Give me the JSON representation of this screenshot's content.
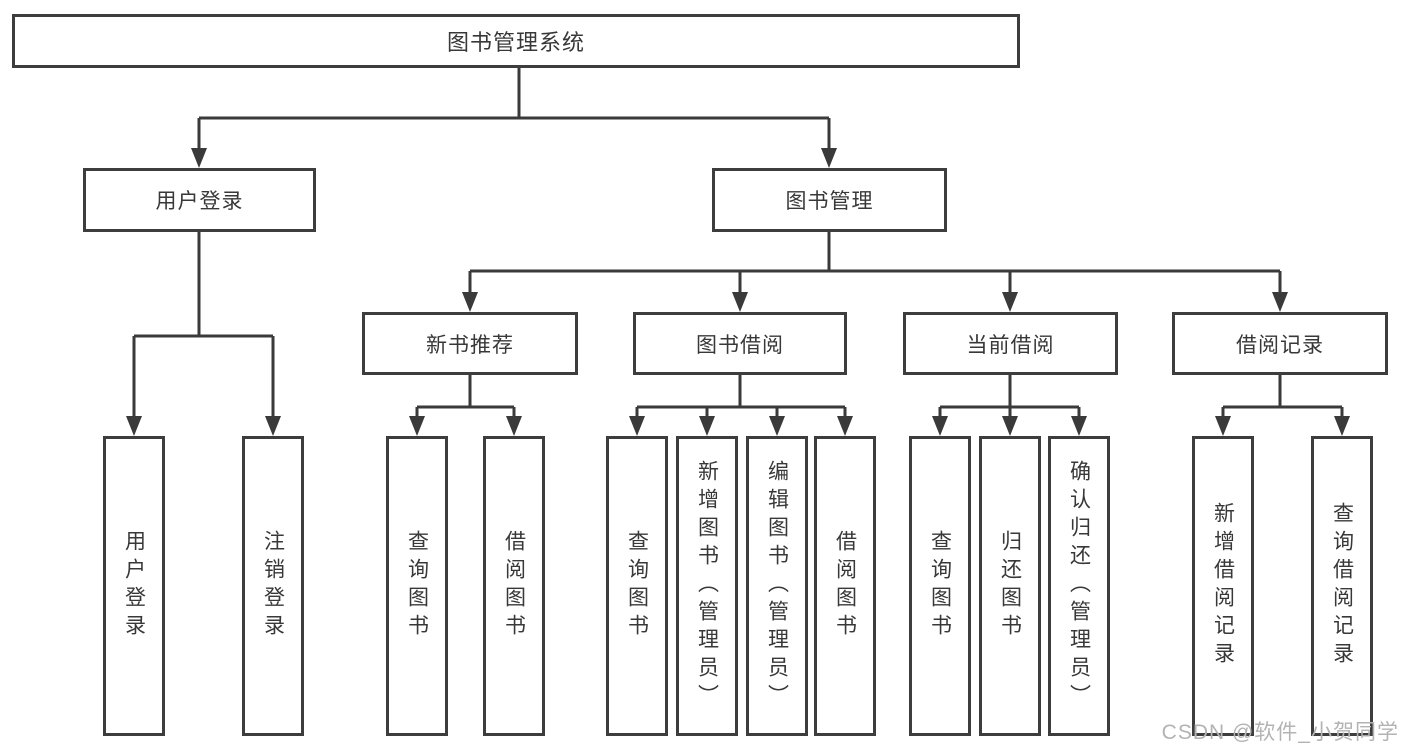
{
  "diagram": {
    "root": {
      "label": "图书管理系统"
    },
    "branches": [
      {
        "label": "用户登录",
        "children": [
          {
            "label": "用户登录"
          },
          {
            "label": "注销登录"
          }
        ]
      },
      {
        "label": "图书管理",
        "children": [
          {
            "label": "新书推荐",
            "children": [
              {
                "label": "查询图书"
              },
              {
                "label": "借阅图书"
              }
            ]
          },
          {
            "label": "图书借阅",
            "children": [
              {
                "label": "查询图书"
              },
              {
                "label": "新增图书（管理员）"
              },
              {
                "label": "编辑图书（管理员）"
              },
              {
                "label": "借阅图书"
              }
            ]
          },
          {
            "label": "当前借阅",
            "children": [
              {
                "label": "查询图书"
              },
              {
                "label": "归还图书"
              },
              {
                "label": "确认归还（管理员）"
              }
            ]
          },
          {
            "label": "借阅记录",
            "children": [
              {
                "label": "新增借阅记录"
              },
              {
                "label": "查询借阅记录"
              }
            ]
          }
        ]
      }
    ]
  },
  "watermark": {
    "text": "CSDN @软件_小贺同学"
  },
  "colors": {
    "line": "#3a3a3a",
    "box_border": "#3d3d3d",
    "box_fill": "#ffffff",
    "text": "#383838",
    "watermark": "#b3b3b3"
  }
}
